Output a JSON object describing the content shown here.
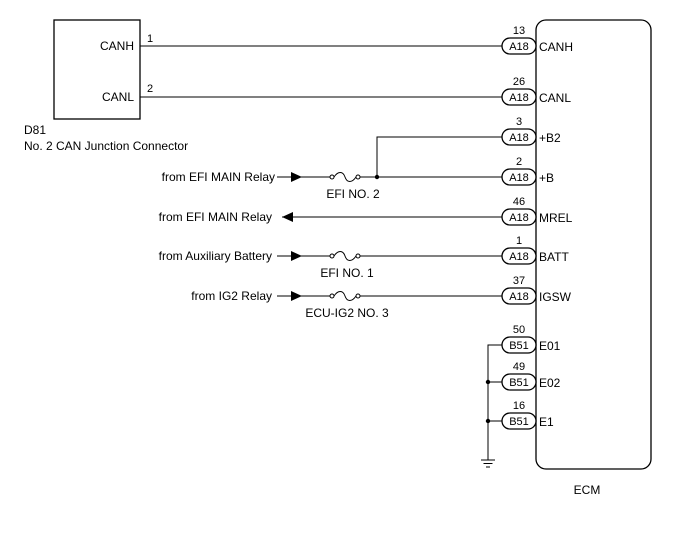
{
  "junction": {
    "code": "D81",
    "name": "No. 2 CAN Junction Connector",
    "pins": [
      {
        "pin": "1",
        "signal": "CANH"
      },
      {
        "pin": "2",
        "signal": "CANL"
      }
    ]
  },
  "ecm": {
    "label": "ECM",
    "terminals": [
      {
        "pin": "13",
        "connector": "A18",
        "signal": "CANH"
      },
      {
        "pin": "26",
        "connector": "A18",
        "signal": "CANL"
      },
      {
        "pin": "3",
        "connector": "A18",
        "signal": "+B2"
      },
      {
        "pin": "2",
        "connector": "A18",
        "signal": "+B"
      },
      {
        "pin": "46",
        "connector": "A18",
        "signal": "MREL"
      },
      {
        "pin": "1",
        "connector": "A18",
        "signal": "BATT"
      },
      {
        "pin": "37",
        "connector": "A18",
        "signal": "IGSW"
      },
      {
        "pin": "50",
        "connector": "B51",
        "signal": "E01"
      },
      {
        "pin": "49",
        "connector": "B51",
        "signal": "E02"
      },
      {
        "pin": "16",
        "connector": "B51",
        "signal": "E1"
      }
    ]
  },
  "sources": [
    {
      "text": "from EFI MAIN Relay"
    },
    {
      "text": "from EFI MAIN Relay"
    },
    {
      "text": "from Auxiliary Battery"
    },
    {
      "text": "from IG2 Relay"
    }
  ],
  "fuses": [
    {
      "name": "EFI NO. 2"
    },
    {
      "name": "EFI NO. 1"
    },
    {
      "name": "ECU-IG2 NO. 3"
    }
  ]
}
